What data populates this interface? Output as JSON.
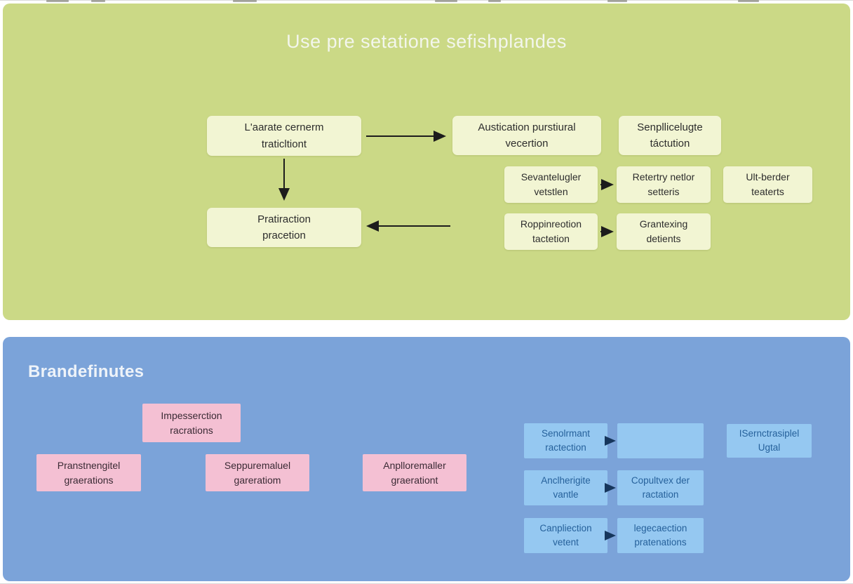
{
  "top_panel": {
    "title": "Use pre setatione sefishplandes",
    "boxes": [
      {
        "label": "L'aarate cernerm\ntraticltiont"
      },
      {
        "label": "Austication purstiural\nvecertion"
      },
      {
        "label": "Senpllicelugte\ntáctution"
      },
      {
        "label": "Sevantelugler\nvetstlen"
      },
      {
        "label": "Retertry netlor\nsetteris"
      },
      {
        "label": "Ult-berder\nteaterts"
      },
      {
        "label": "Roppinreotion\ntactetion"
      },
      {
        "label": "Grantexing\ndetients"
      },
      {
        "label": "Pratiraction\npracetion"
      }
    ],
    "colors": {
      "panel_bg": "#cbd986",
      "box_bg": "#f2f5d3",
      "box_text": "#2d2d2d",
      "title_text": "#f3f6ec",
      "arrow": "#1c1c1c"
    }
  },
  "bottom_panel": {
    "title": "Brandefinutes",
    "pink_boxes": [
      {
        "label": "Impesserction\nracrations"
      },
      {
        "label": "Pranstnengitel\ngraerations"
      },
      {
        "label": "Seppuremaluel\ngareratiom"
      },
      {
        "label": "Anplloremaller\ngraerationt"
      }
    ],
    "blue_boxes": [
      {
        "label": "Senolrmant\nractection"
      },
      {
        "label": ""
      },
      {
        "label": "ISernctrasiplel\nUgtal"
      },
      {
        "label": "Anclherigite\nvantle"
      },
      {
        "label": "Copultvex der\nractation"
      },
      {
        "label": "Canpliection\nvetent"
      },
      {
        "label": "legecaection\npratenations"
      }
    ],
    "colors": {
      "panel_bg": "#7ba3d9",
      "pink_box_bg": "#f4c0d3",
      "pink_box_text": "#3a2a34",
      "blue_box_bg": "#95c8f1",
      "blue_box_text": "#26619b",
      "title_text": "#eef3f9",
      "arrow": "#16365c"
    }
  }
}
